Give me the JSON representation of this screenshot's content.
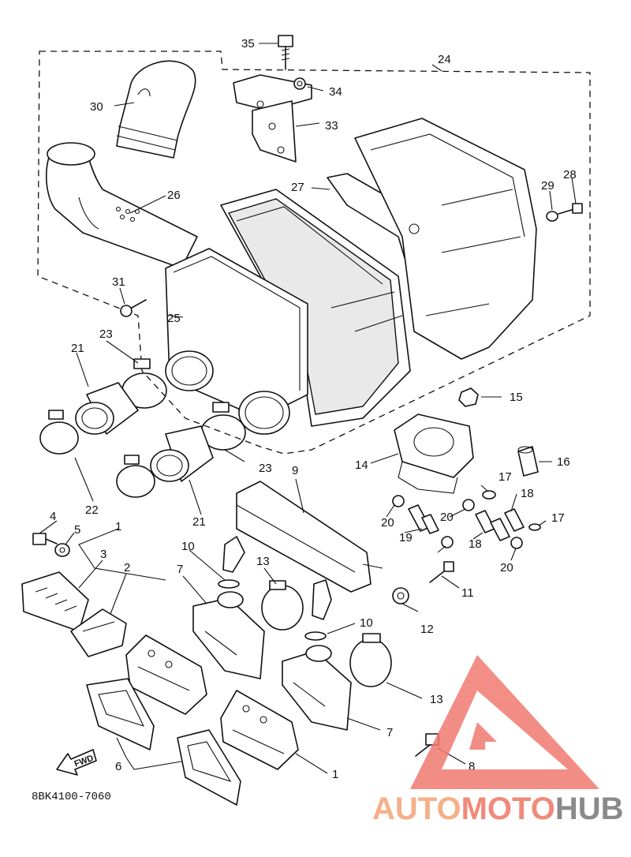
{
  "diagram_code": "8BK4100-7060",
  "fwd_label": "FWD",
  "watermark": {
    "word1": "AUTO",
    "word2": "MOTO",
    "word3": "HUB",
    "color1": "#f5b08a",
    "color2": "#f08a7a",
    "color3": "#8a8a8a",
    "logo_color": "#f07a70"
  },
  "callouts": [
    "35",
    "34",
    "24",
    "33",
    "30",
    "26",
    "27",
    "28",
    "29",
    "31",
    "25",
    "21",
    "23",
    "15",
    "14",
    "16",
    "17",
    "18",
    "22",
    "23",
    "21",
    "20",
    "19",
    "20",
    "18",
    "17",
    "9",
    "4",
    "5",
    "1",
    "3",
    "2",
    "10",
    "13",
    "7",
    "11",
    "12",
    "20",
    "10",
    "13",
    "7",
    "6",
    "1",
    "8"
  ]
}
